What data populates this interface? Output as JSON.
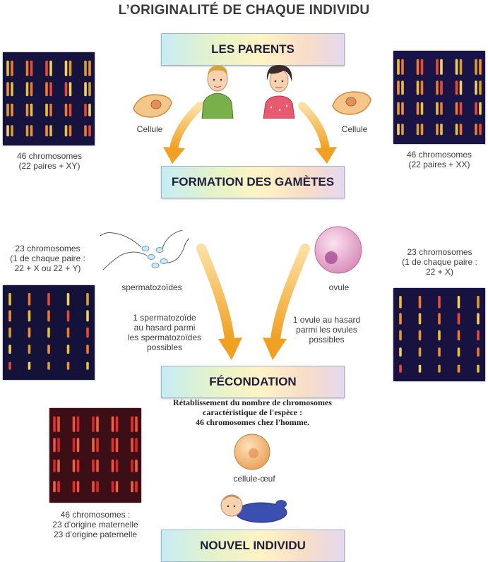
{
  "title": "L’ORIGINALITÉ DE CHAQUE INDIVIDU",
  "stages": {
    "parents": "LES PARENTS",
    "gametes": "FORMATION DES GAMÈTES",
    "fecondation": "FÉCONDATION",
    "nouvel_individu": "NOUVEL INDIVIDU"
  },
  "labels": {
    "cellule_left": "Cellule",
    "cellule_right": "Cellule",
    "father_karyotype_line1": "46 chromosomes",
    "father_karyotype_line2": "(22 paires + XY)",
    "mother_karyotype_line1": "46 chromosomes",
    "mother_karyotype_line2": "(22 paires + XX)",
    "sperm_karyotype_line1": "23 chromosomes",
    "sperm_karyotype_line2": "(1 de chaque paire :",
    "sperm_karyotype_line3": "22 + X ou 22 + Y)",
    "ovum_karyotype_line1": "23 chromosomes",
    "ovum_karyotype_line2": "(1 de chaque paire :",
    "ovum_karyotype_line3": "22 + X)",
    "spermatozoides": "spermatozoïdes",
    "ovule": "ovule",
    "sperm_choice_line1": "1 spermatozoïde",
    "sperm_choice_line2": "au hasard parmi",
    "sperm_choice_line3": "les spermatozoïdes",
    "sperm_choice_line4": "possibles",
    "ovum_choice_line1": "1 ovule au hasard",
    "ovum_choice_line2": "parmi les ovules",
    "ovum_choice_line3": "possibles",
    "restore_line1": "Rétablissement du nombre de chromosomes",
    "restore_line2": "caractéristique de l'espèce :",
    "restore_line3": "46 chromosomes chez l'homme.",
    "cellule_oeuf": "cellule-œuf",
    "child_karyotype_line1": "46 chromosomes :",
    "child_karyotype_line2": "23 d’origine maternelle",
    "child_karyotype_line3": "23 d’origine paternelle"
  },
  "colors": {
    "arrow": "#f2a62b",
    "karyotype_bg": "#14123a",
    "karyotype_child_bg": "#3a0f14"
  }
}
